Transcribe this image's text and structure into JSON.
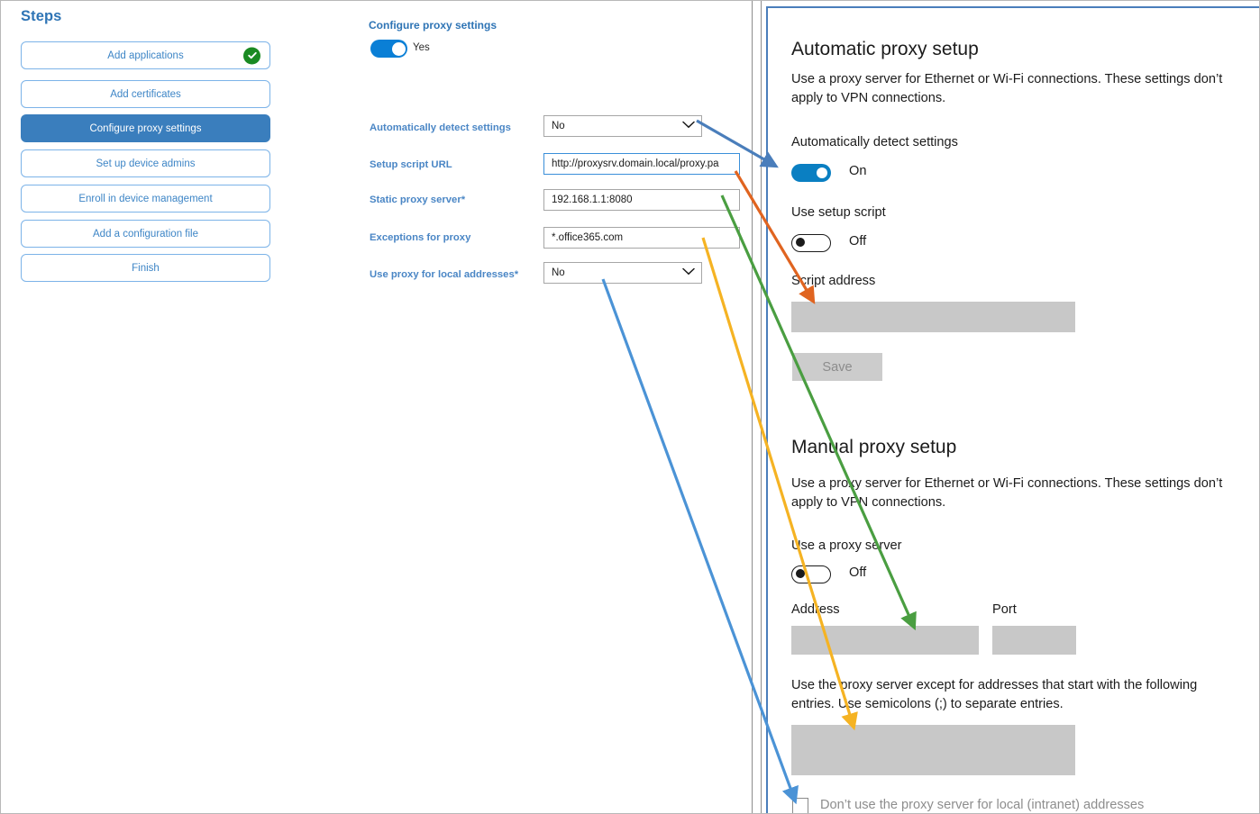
{
  "steps_panel": {
    "title": "Steps",
    "items": [
      {
        "label": "Add applications",
        "state": "completed",
        "icon": "check-circle-icon"
      },
      {
        "label": "Add certificates",
        "state": "default"
      },
      {
        "label": "Configure proxy settings",
        "state": "active"
      },
      {
        "label": "Set up device admins",
        "state": "default"
      },
      {
        "label": "Enroll in device management",
        "state": "default"
      },
      {
        "label": "Add a configuration file",
        "state": "default"
      },
      {
        "label": "Finish",
        "state": "default"
      }
    ]
  },
  "form_panel": {
    "title": "Configure proxy settings",
    "master_toggle": {
      "state": "on",
      "label": "Yes"
    },
    "rows": [
      {
        "label": "Automatically detect settings",
        "required": false,
        "kind": "select",
        "value": "No",
        "focused": false
      },
      {
        "label": "Setup script URL",
        "required": false,
        "kind": "text",
        "value": "http://proxysrv.domain.local/proxy.pa",
        "focused": true
      },
      {
        "label": "Static proxy server",
        "required": true,
        "kind": "text",
        "value": "192.168.1.1:8080",
        "focused": false
      },
      {
        "label": "Exceptions for proxy",
        "required": false,
        "kind": "text",
        "value": "*.office365.com",
        "focused": false
      },
      {
        "label": "Use proxy for local addresses",
        "required": true,
        "kind": "select",
        "value": "No",
        "focused": false
      }
    ],
    "required_marker": "*"
  },
  "windows_settings": {
    "automatic": {
      "heading": "Automatic proxy setup",
      "description": "Use a proxy server for Ethernet or Wi-Fi connections. These settings don’t apply to VPN connections.",
      "auto_detect": {
        "label": "Automatically detect settings",
        "state": "On"
      },
      "use_setup_script": {
        "label": "Use setup script",
        "state": "Off"
      },
      "script_address": {
        "label": "Script address",
        "value": ""
      },
      "save_button": "Save"
    },
    "manual": {
      "heading": "Manual proxy setup",
      "description": "Use a proxy server for Ethernet or Wi-Fi connections. These settings don’t apply to VPN connections.",
      "use_proxy": {
        "label": "Use a proxy server",
        "state": "Off"
      },
      "address": {
        "label": "Address",
        "value": ""
      },
      "port": {
        "label": "Port",
        "value": ""
      },
      "exceptions_description": "Use the proxy server except for addresses that start with the following entries. Use semicolons (;) to separate entries.",
      "exceptions": {
        "value": ""
      },
      "bypass_local": {
        "label": "Don’t use the proxy server for local (intranet) addresses",
        "checked": false
      }
    }
  },
  "annotations": {
    "arrows": [
      {
        "name": "auto-detect-mapping-arrow",
        "color": "#4a7ebb",
        "from_field": "Automatically detect settings",
        "to_control": "Automatically detect settings toggle"
      },
      {
        "name": "setup-script-url-mapping-arrow",
        "color": "#e06420",
        "from_field": "Setup script URL",
        "to_control": "Script address"
      },
      {
        "name": "static-proxy-server-mapping-arrow",
        "color": "#4a9e41",
        "from_field": "Static proxy server",
        "to_control": "Address"
      },
      {
        "name": "exceptions-mapping-arrow",
        "color": "#f5b323",
        "from_field": "Exceptions for proxy",
        "to_control": "Exceptions entries box"
      },
      {
        "name": "local-addresses-mapping-arrow",
        "color": "#4b93d6",
        "from_field": "Use proxy for local addresses",
        "to_control": "Don’t use the proxy server for local (intranet) addresses"
      }
    ]
  },
  "colors": {
    "accent_blue": "#3a7ebd",
    "label_blue": "#4a86c5",
    "toggle_on": "#0a7fd6",
    "check_green": "#1a8a22",
    "frame_blue": "#4a7ebb",
    "field_gray": "#c8c8c8"
  }
}
